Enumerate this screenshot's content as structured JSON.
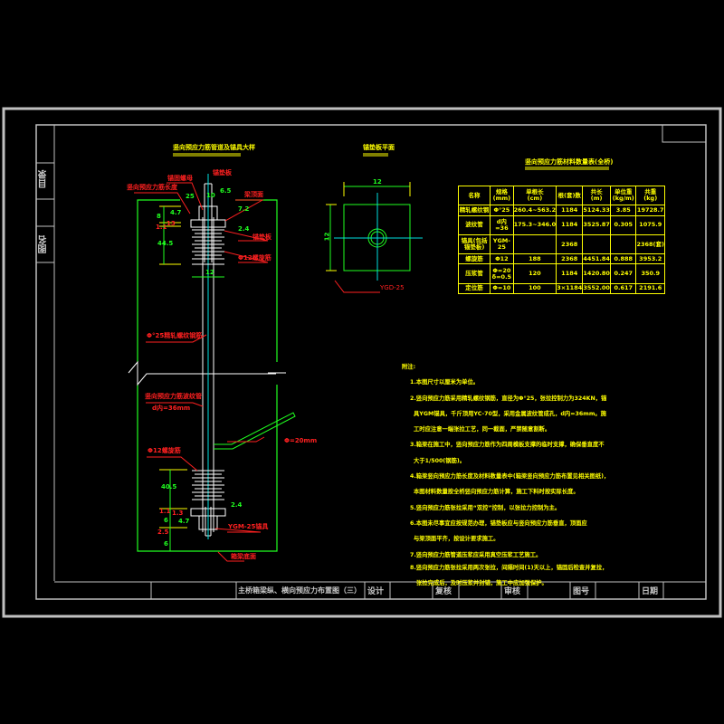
{
  "frame": {
    "side_labels": [
      "目录",
      "图名"
    ],
    "title_block": {
      "drawing_title": "主桥箱梁纵、横向预应力布置图（三）",
      "design": "设计",
      "check": "复核",
      "review": "审核",
      "drawing_no": "图号",
      "date": "日期"
    }
  },
  "elevation": {
    "title": "竖向预应力筋管道及锚具大样",
    "labels": {
      "top_plate": "锚垫板",
      "anchor_nut": "锚固螺母",
      "seal": "竖向预应力筋长度",
      "top_face": "梁顶面",
      "spiral_top": "锚垫板",
      "spiral_label_top": "Φ12螺旋筋",
      "bar": "Φ°25精轧螺纹钢筋",
      "duct": "竖向预应力筋波纹管",
      "duct_dia": "d内=36mm",
      "spiral_label_bottom": "Φ12螺旋筋",
      "grout_pipe": "Φ=20mm",
      "anchor_bottom": "YGM-25锚具",
      "bottom_face": "箱梁底面"
    },
    "dims_top": [
      "25",
      "10",
      "6.5",
      "8",
      "4.7",
      "13",
      "1.1",
      "44.5",
      "7.2",
      "2.4",
      "12"
    ],
    "dims_bottom": [
      "40.5",
      "1.1",
      "1.3",
      "6",
      "4.7",
      "2.5",
      "6",
      "2.4"
    ]
  },
  "plate": {
    "title": "锚垫板平面",
    "width_dim": "12",
    "height_dim": "12",
    "label": "YGD-25"
  },
  "table": {
    "title": "竖向预应力筋材料数量表(全桥)",
    "headers": [
      [
        "名称",
        ""
      ],
      [
        "规格",
        "(mm)"
      ],
      [
        "单根长",
        "(cm)"
      ],
      [
        "根(套)数",
        ""
      ],
      [
        "共长",
        "(m)"
      ],
      [
        "单位重",
        "(kg/m)"
      ],
      [
        "共重",
        "(kg)"
      ]
    ],
    "rows": [
      {
        "name": "精轧螺纹钢",
        "spec": "Φ°25",
        "len": "260.4~563.2",
        "count": "1184",
        "total_len": "5124.33",
        "unit_wt": "3.85",
        "total_wt": "19728.7"
      },
      {
        "name": "波纹管",
        "spec": "d内=36",
        "len": "175.3~346.0",
        "count": "1184",
        "total_len": "3525.87",
        "unit_wt": "0.305",
        "total_wt": "1075.9"
      },
      {
        "name": "锚具(包括锚垫板)",
        "spec": "YGM-25",
        "len": "",
        "count": "2368",
        "total_len": "",
        "unit_wt": "",
        "total_wt": "2368(套)"
      },
      {
        "name": "螺旋筋",
        "spec": "Φ12",
        "len": "188",
        "count": "2368",
        "total_len": "4451.84",
        "unit_wt": "0.888",
        "total_wt": "3953.2"
      },
      {
        "name": "压浆管",
        "spec": "Φ=20 δ=0.5",
        "len": "120",
        "count": "1184",
        "total_len": "1420.80",
        "unit_wt": "0.247",
        "total_wt": "350.9"
      },
      {
        "name": "定位筋",
        "spec": "Φ=10",
        "len": "100",
        "count": "3×1184",
        "total_len": "3552.00",
        "unit_wt": "0.617",
        "total_wt": "2191.6"
      }
    ]
  },
  "notes": {
    "heading": "附注:",
    "lines": [
      "1.本图尺寸以厘米为单位。",
      "2.竖向预应力筋采用精轧螺纹钢筋，直径为Φ°25，张拉控制力为324KN，锚",
      "具YGM锚具，千斤顶用YC-70型，采用金属波纹管成孔，d内=36mm。施",
      "工时应注意一端张拉工艺，同一截面，严禁随意割断。",
      "3.箱梁在施工中，竖向预应力筋作为四周模板支撑的临时支撑，确保垂直度不",
      "大于1/500(钢筋)。",
      "4.箱梁竖向预应力筋长度及材料数量表中(箱梁竖向预应力筋布置见相关图纸)，",
      "本图材料数量按全桥竖向预应力筋计算，施工下料时按实际长度。",
      "5.竖向预应力筋张拉采用“双控”控制，以张拉力控制为主。",
      "6.本图未尽事宜应按规范办理，锚垫板应与竖向预应力筋垂直，顶面应",
      "与梁顶面平齐，按设计要求施工。",
      "7.竖向预应力筋管道压浆应采用真空压浆工艺施工。",
      "8.竖向预应力筋张拉采用两次张拉，间隔时间(1)天以上，锚固后检查并复拉，",
      "张拉完成后，及时压浆并封锚，施工中应加强保护。"
    ]
  },
  "colors": {
    "text": "#ffff00",
    "leader": "#ff2020",
    "outline": "#20ff20",
    "axis": "#00e0e0",
    "frame": "#c8c8c8"
  }
}
